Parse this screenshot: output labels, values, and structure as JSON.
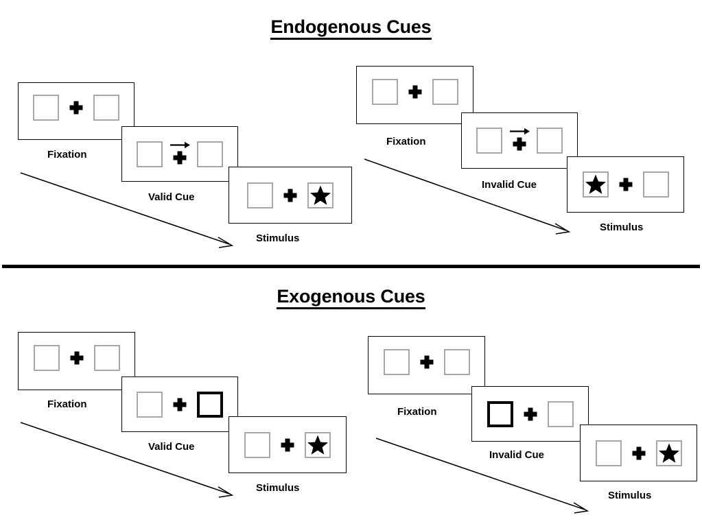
{
  "figure": {
    "sections": [
      {
        "id": "endogenous",
        "title": "Endogenous Cues",
        "title_underlined": true,
        "trials": [
          {
            "id": "endogenous-valid",
            "cue_type": "arrow",
            "cue_direction": "right",
            "target_side": "right",
            "steps": [
              {
                "label": "Fixation",
                "cue": "none",
                "target": "none"
              },
              {
                "label": "Valid Cue",
                "cue": "arrow-right",
                "target": "none"
              },
              {
                "label": "Stimulus",
                "cue": "none",
                "target": "right"
              }
            ]
          },
          {
            "id": "endogenous-invalid",
            "cue_type": "arrow",
            "cue_direction": "right",
            "target_side": "left",
            "steps": [
              {
                "label": "Fixation",
                "cue": "none",
                "target": "none"
              },
              {
                "label": "Invalid Cue",
                "cue": "arrow-right",
                "target": "none"
              },
              {
                "label": "Stimulus",
                "cue": "none",
                "target": "left"
              }
            ]
          }
        ]
      },
      {
        "id": "exogenous",
        "title": "Exogenous Cues",
        "title_underlined": true,
        "trials": [
          {
            "id": "exogenous-valid",
            "cue_type": "box-flash",
            "cue_direction": "right",
            "target_side": "right",
            "steps": [
              {
                "label": "Fixation",
                "cue": "none",
                "target": "none"
              },
              {
                "label": "Valid Cue",
                "cue": "box-right",
                "target": "none"
              },
              {
                "label": "Stimulus",
                "cue": "none",
                "target": "right"
              }
            ]
          },
          {
            "id": "exogenous-invalid",
            "cue_type": "box-flash",
            "cue_direction": "left",
            "target_side": "right",
            "steps": [
              {
                "label": "Fixation",
                "cue": "none",
                "target": "none"
              },
              {
                "label": "Invalid Cue",
                "cue": "box-left",
                "target": "none"
              },
              {
                "label": "Stimulus",
                "cue": "none",
                "target": "right"
              }
            ]
          }
        ]
      }
    ],
    "icons": {
      "star": "star-icon",
      "plus": "fixation-cross-icon",
      "arrow_cue": "arrow-right-icon",
      "flow": "time-flow-arrow-icon"
    },
    "colors": {
      "ink": "#000000",
      "box_border": "#a6a6a6",
      "cued_box_border": "#000000",
      "panel_border": "#000000",
      "background": "#ffffff",
      "divider": "#000000"
    }
  }
}
